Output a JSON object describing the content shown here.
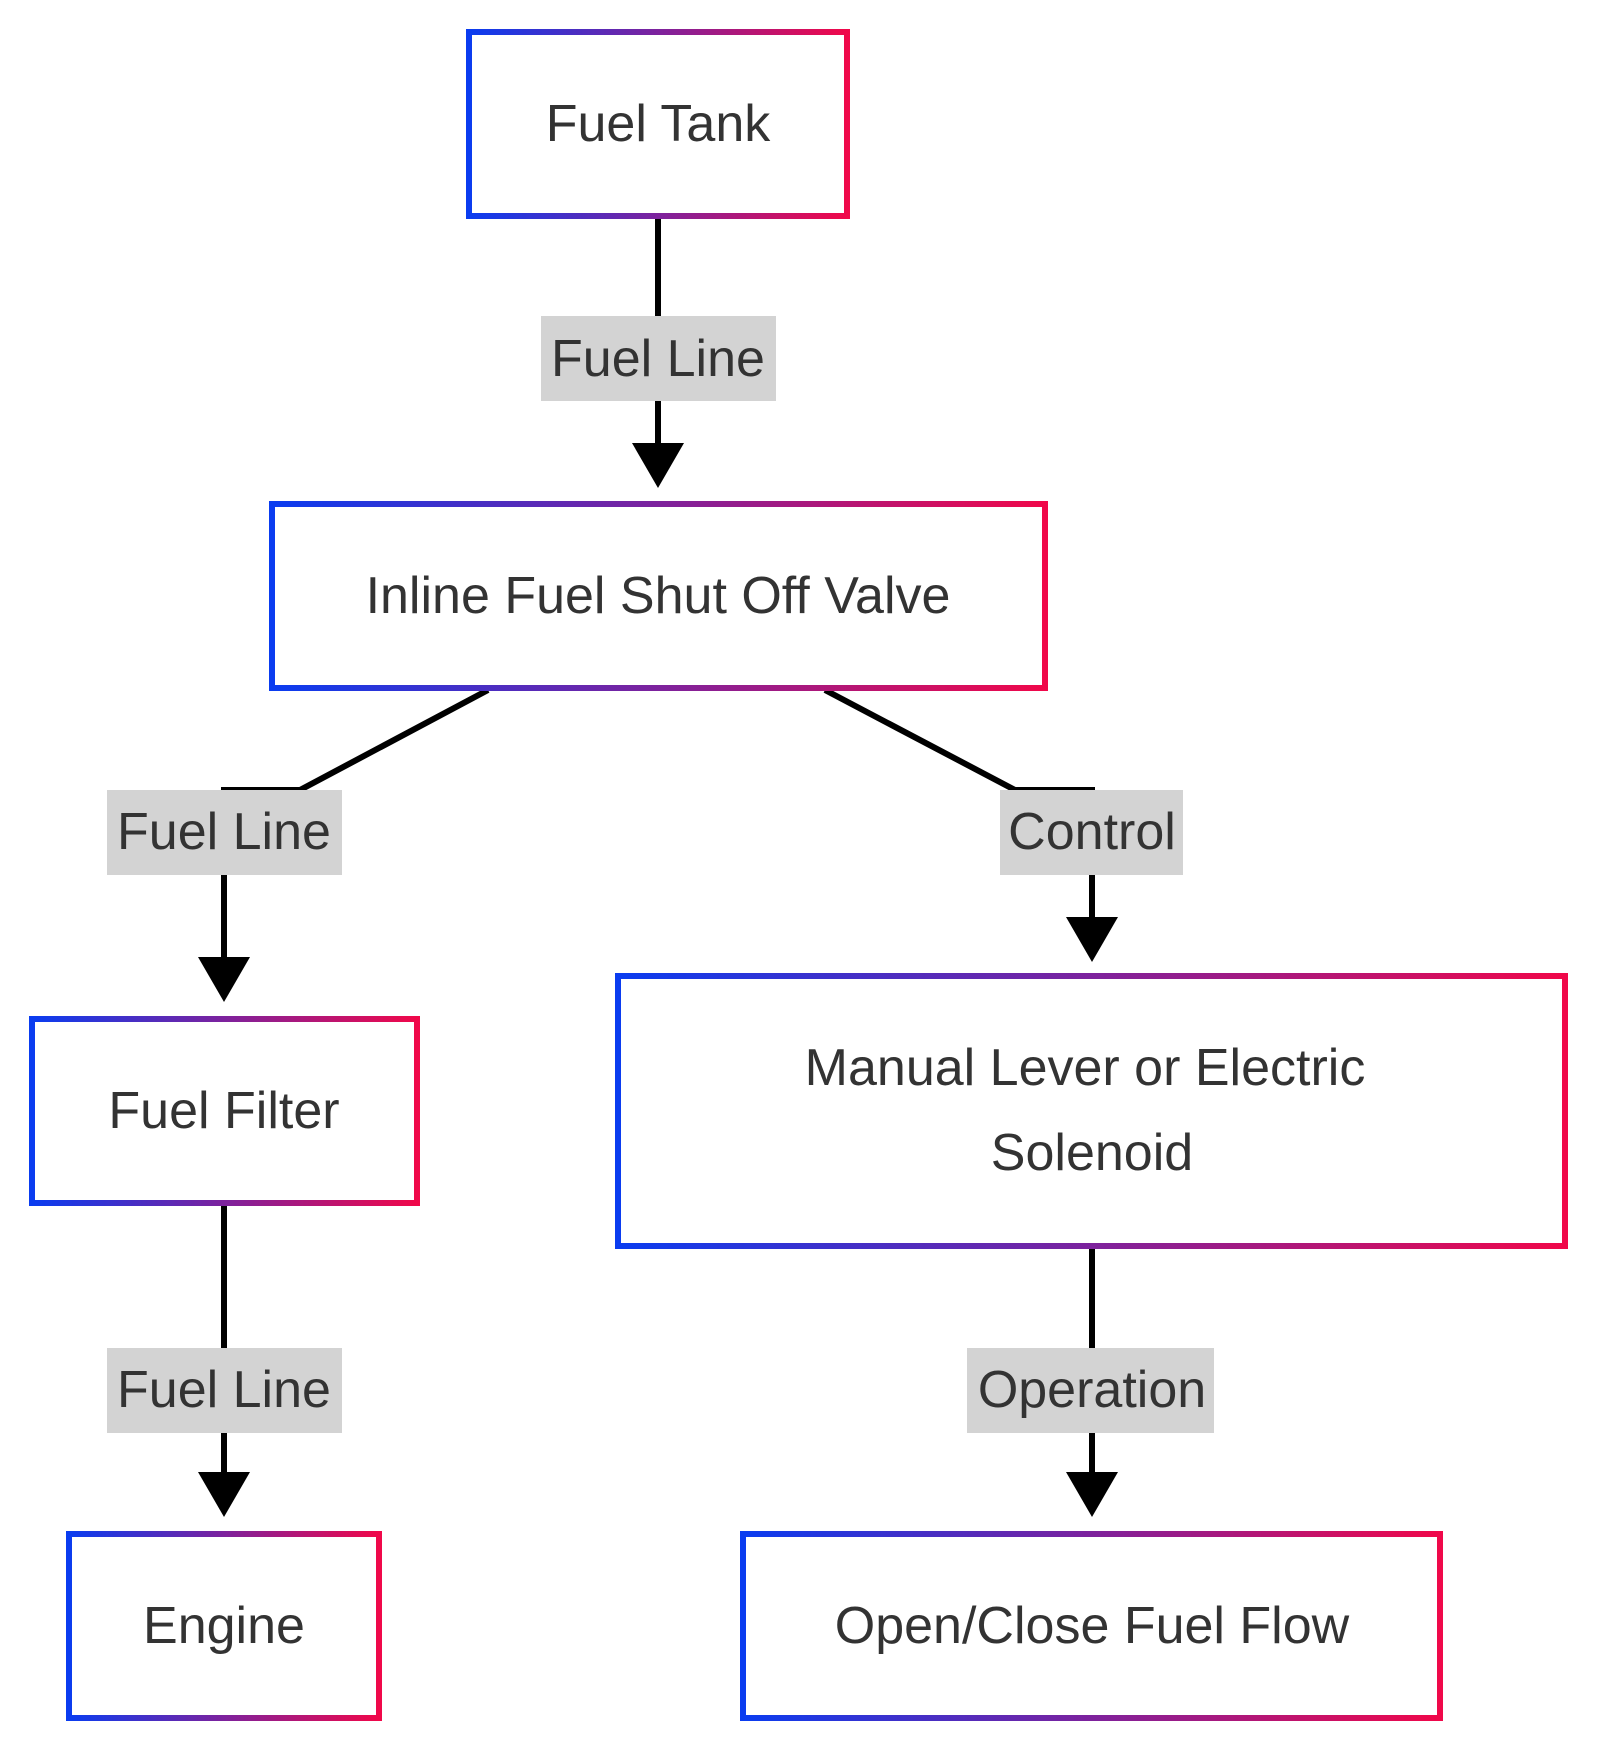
{
  "nodes": {
    "fuel_tank": "Fuel Tank",
    "valve": "Inline Fuel Shut Off Valve",
    "filter": "Fuel Filter",
    "control": [
      "Manual Lever or Electric",
      "Solenoid"
    ],
    "engine": "Engine",
    "flow": "Open/Close Fuel Flow"
  },
  "edges": {
    "tank_to_valve": "Fuel Line",
    "valve_to_filter": "Fuel Line",
    "valve_to_control": "Control",
    "filter_to_engine": "Fuel Line",
    "control_to_flow": "Operation"
  },
  "colors": {
    "border_gradient_start": "#0a3cf0",
    "border_gradient_end": "#f0084a",
    "edge_label_background": "#d3d3d3",
    "text": "#333333",
    "edge": "#000000"
  }
}
